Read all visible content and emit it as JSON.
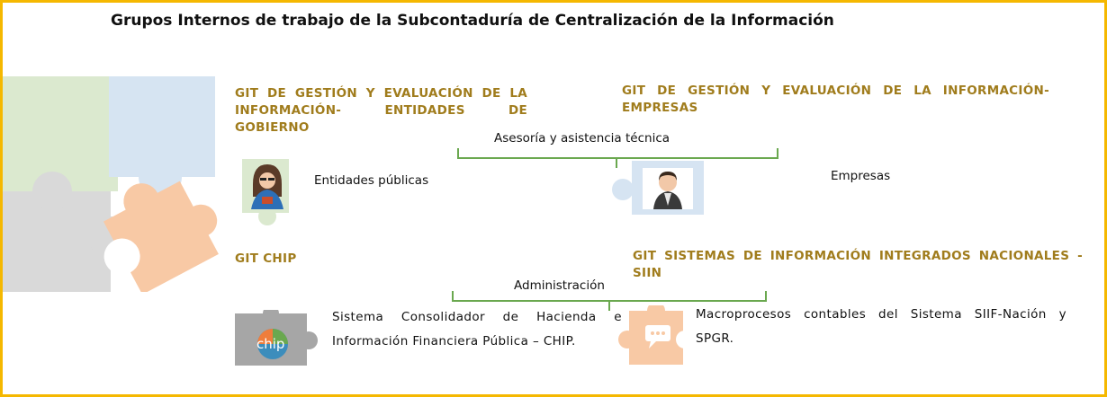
{
  "title": "Grupos Internos de trabajo de la Subcontaduría de Centralización de la Información",
  "groups": {
    "top_left": "GIT DE GESTIÓN Y EVALUACIÓN DE LA INFORMACIÓN- ENTIDADES DE GOBIERNO",
    "top_right": "GIT DE GESTIÓN Y EVALUACIÓN DE LA INFORMACIÓN-EMPRESAS",
    "bottom_left": "GIT CHIP",
    "bottom_right": "GIT SISTEMAS DE INFORMACIÓN INTEGRADOS NACIONALES - SIIN"
  },
  "connectors": {
    "top": "Asesoría y asistencia técnica",
    "bottom": "Administración"
  },
  "labels": {
    "entidades": "Entidades públicas",
    "empresas": "Empresas",
    "chip_desc": "Sistema Consolidador de Hacienda e Información Financiera Pública – CHIP.",
    "siin_desc": "Macroprocesos contables del Sistema SIIF-Nación y SPGR.",
    "chip_logo": "chip"
  },
  "colors": {
    "border": "#f5b800",
    "git_text": "#a07c1c",
    "brace": "#6aa84f",
    "puzzle_green": "#dbe9cf",
    "puzzle_blue": "#d6e4f2",
    "puzzle_grey": "#d9d9d9",
    "puzzle_orange": "#f8c9a5"
  },
  "icons": [
    "puzzle-decoration",
    "woman-avatar-icon",
    "man-avatar-icon",
    "chip-puzzle-icon",
    "chat-puzzle-icon"
  ]
}
